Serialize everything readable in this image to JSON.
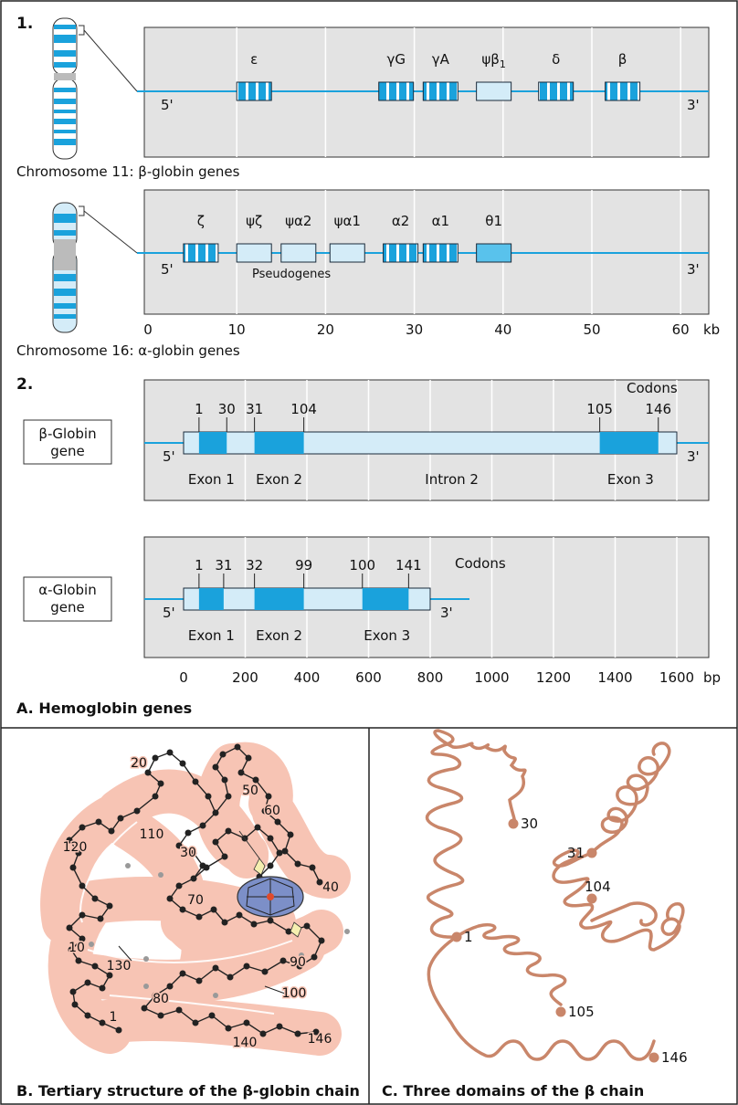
{
  "panelA": {
    "caption": "A. Hemoglobin genes",
    "part1": {
      "label": "1.",
      "chr11": {
        "caption": "Chromosome 11: β-globin genes",
        "end5": "5'",
        "end3": "3'",
        "genes": [
          {
            "label": "ε",
            "kb": 10.0,
            "type": "gene"
          },
          {
            "label": "γG",
            "kb": 26.0,
            "type": "gene"
          },
          {
            "label": "γA",
            "kb": 31.0,
            "type": "gene"
          },
          {
            "label": "ψβ",
            "sub": "1",
            "kb": 37.0,
            "type": "pseudo"
          },
          {
            "label": "δ",
            "kb": 44.0,
            "type": "gene"
          },
          {
            "label": "β",
            "kb": 51.5,
            "type": "gene"
          }
        ]
      },
      "chr16": {
        "caption": "Chromosome 16: α-globin genes",
        "end5": "5'",
        "end3": "3'",
        "pseudogenes_label": "Pseudogenes",
        "genes": [
          {
            "label": "ζ",
            "kb": 4.0,
            "type": "gene"
          },
          {
            "label": "ψζ",
            "kb": 10.0,
            "type": "pseudo"
          },
          {
            "label": "ψα2",
            "kb": 15.0,
            "type": "pseudo"
          },
          {
            "label": "ψα1",
            "kb": 20.5,
            "type": "pseudo"
          },
          {
            "label": "α2",
            "kb": 26.5,
            "type": "gene"
          },
          {
            "label": "α1",
            "kb": 31.0,
            "type": "gene"
          },
          {
            "label": "θ1",
            "kb": 37.0,
            "type": "theta"
          }
        ]
      },
      "axis": {
        "ticks": [
          "0",
          "10",
          "20",
          "30",
          "40",
          "50",
          "60"
        ],
        "unit": "kb"
      }
    },
    "part2": {
      "label": "2.",
      "beta": {
        "name_line1": "β-Globin",
        "name_line2": "gene",
        "codons_label": "Codons",
        "end5": "5'",
        "end3": "3'",
        "codon_marks": [
          {
            "label": "1",
            "bp": 50
          },
          {
            "label": "30",
            "bp": 140
          },
          {
            "label": "31",
            "bp": 230
          },
          {
            "label": "104",
            "bp": 390
          },
          {
            "label": "105",
            "bp": 1350
          },
          {
            "label": "146",
            "bp": 1540
          }
        ],
        "regions": [
          {
            "label": "Exon 1",
            "bp": 90
          },
          {
            "label": "Exon 2",
            "bp": 310
          },
          {
            "label": "Intron 2",
            "bp": 870
          },
          {
            "label": "Exon 3",
            "bp": 1450
          }
        ]
      },
      "alpha": {
        "name_line1": "α-Globin",
        "name_line2": "gene",
        "codons_label": "Codons",
        "end5": "5'",
        "end3": "3'",
        "codon_marks": [
          {
            "label": "1",
            "bp": 50
          },
          {
            "label": "31",
            "bp": 130
          },
          {
            "label": "32",
            "bp": 230
          },
          {
            "label": "99",
            "bp": 390
          },
          {
            "label": "100",
            "bp": 580
          },
          {
            "label": "141",
            "bp": 730
          }
        ],
        "regions": [
          {
            "label": "Exon 1",
            "bp": 90
          },
          {
            "label": "Exon 2",
            "bp": 310
          },
          {
            "label": "Exon 3",
            "bp": 660
          }
        ]
      },
      "axis": {
        "ticks": [
          "0",
          "200",
          "400",
          "600",
          "800",
          "1000",
          "1200",
          "1400",
          "1600"
        ],
        "unit": "bp"
      }
    }
  },
  "panelB": {
    "caption": "B. Tertiary structure of the β-globin chain",
    "residue_labels": [
      "1",
      "10",
      "20",
      "30",
      "40",
      "50",
      "60",
      "70",
      "80",
      "90",
      "100",
      "110",
      "120",
      "130",
      "140",
      "146"
    ]
  },
  "panelC": {
    "caption": "C. Three domains of the β chain",
    "markers": [
      "1",
      "30",
      "31",
      "104",
      "105",
      "146"
    ]
  },
  "colors": {
    "gene_blue": "#1aa2dc",
    "light_blue": "#d4ecf8",
    "panel_gray": "#e3e3e3",
    "salmon": "#f7c4b4",
    "chain_brown": "#c9866a"
  }
}
